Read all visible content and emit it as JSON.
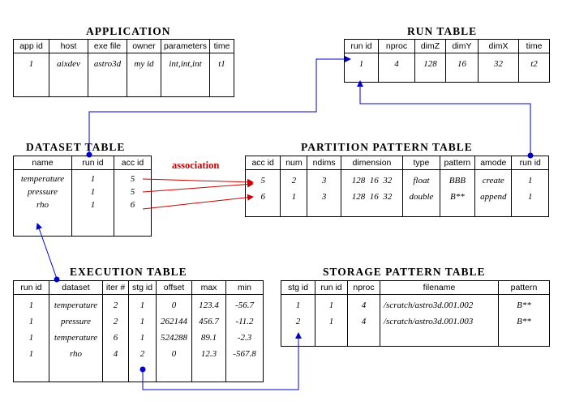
{
  "application": {
    "title": "APPLICATION",
    "headers": [
      "app id",
      "host",
      "exe file",
      "owner",
      "parameters",
      "time"
    ],
    "rows": [
      [
        "1",
        "aixdev",
        "astro3d",
        "my id",
        "int,int,int",
        "t1"
      ]
    ]
  },
  "run_table": {
    "title": "RUN  TABLE",
    "headers": [
      "run id",
      "nproc",
      "dimZ",
      "dimY",
      "dimX",
      "time"
    ],
    "rows": [
      [
        "1",
        "4",
        "128",
        "16",
        "32",
        "t2"
      ]
    ]
  },
  "dataset_table": {
    "title": "DATASET  TABLE",
    "headers": [
      "name",
      "run id",
      "acc id"
    ],
    "rows": [
      [
        "temperature",
        "1",
        "5"
      ],
      [
        "pressure",
        "1",
        "5"
      ],
      [
        "rho",
        "1",
        "6"
      ]
    ]
  },
  "association_label": "association",
  "partition_table": {
    "title": "PARTITION  PATTERN  TABLE",
    "headers": [
      "acc id",
      "num",
      "ndims",
      "dimension",
      "type",
      "pattern",
      "amode",
      "run id"
    ],
    "rows": [
      [
        "5",
        "2",
        "3",
        "128  16  32",
        "float",
        "BBB",
        "create",
        "1"
      ],
      [
        "6",
        "1",
        "3",
        "128  16  32",
        "double",
        "B**",
        "append",
        "1"
      ]
    ]
  },
  "execution_table": {
    "title": "EXECUTION  TABLE",
    "headers": [
      "run id",
      "dataset",
      "iter #",
      "stg id",
      "offset",
      "max",
      "min"
    ],
    "rows": [
      [
        "1",
        "temperature",
        "2",
        "1",
        "0",
        "123.4",
        "-56.7"
      ],
      [
        "1",
        "pressure",
        "2",
        "1",
        "262144",
        "456.7",
        "-11.2"
      ],
      [
        "1",
        "temperature",
        "6",
        "1",
        "524288",
        "89.1",
        "-2.3"
      ],
      [
        "1",
        "rho",
        "4",
        "2",
        "0",
        "12.3",
        "-567.8"
      ]
    ]
  },
  "storage_table": {
    "title": "STORAGE  PATTERN  TABLE",
    "headers": [
      "stg id",
      "run id",
      "nproc",
      "filename",
      "pattern"
    ],
    "rows": [
      [
        "1",
        "1",
        "4",
        "/scratch/astro3d.001.002",
        "B**"
      ],
      [
        "2",
        "1",
        "4",
        "/scratch/astro3d.001.003",
        "B**"
      ]
    ]
  },
  "colors": {
    "link": "#0000cc",
    "association": "#cc0000",
    "association_label": "#c00000"
  }
}
